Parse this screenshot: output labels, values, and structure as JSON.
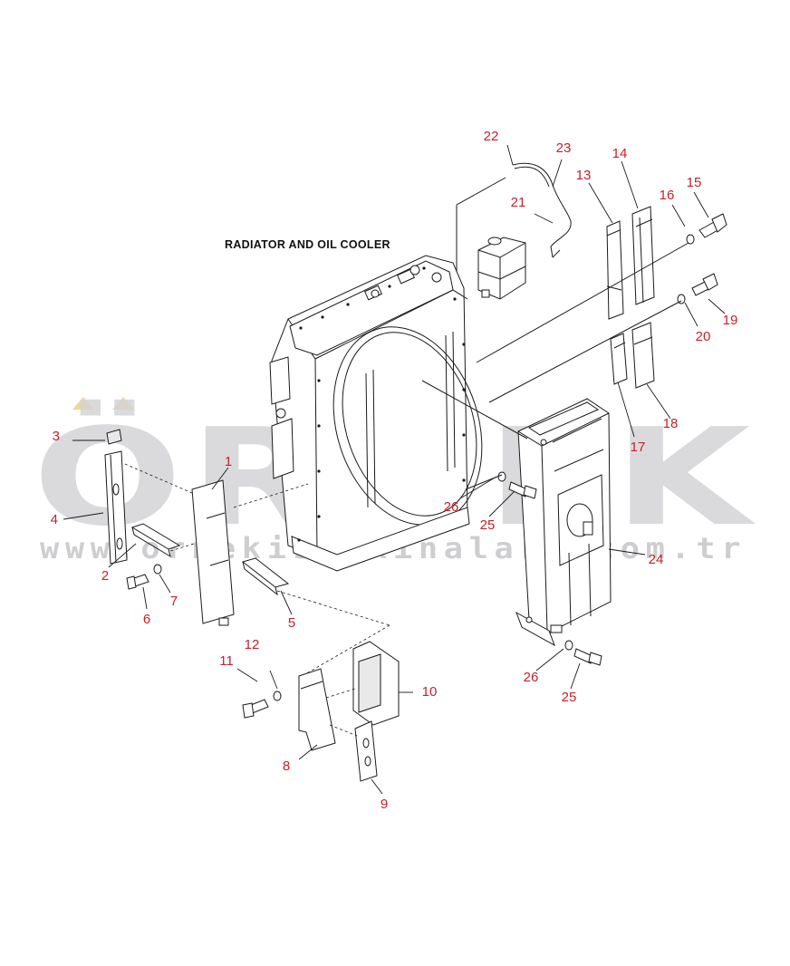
{
  "diagram": {
    "title": "RADIATOR AND OIL COOLER",
    "callouts": [
      {
        "id": "c1",
        "label": "1"
      },
      {
        "id": "c2",
        "label": "2"
      },
      {
        "id": "c3",
        "label": "3"
      },
      {
        "id": "c4",
        "label": "4"
      },
      {
        "id": "c5",
        "label": "5"
      },
      {
        "id": "c6",
        "label": "6"
      },
      {
        "id": "c7",
        "label": "7"
      },
      {
        "id": "c8",
        "label": "8"
      },
      {
        "id": "c9",
        "label": "9"
      },
      {
        "id": "c10",
        "label": "10"
      },
      {
        "id": "c11",
        "label": "11"
      },
      {
        "id": "c12",
        "label": "12"
      },
      {
        "id": "c13",
        "label": "13"
      },
      {
        "id": "c14",
        "label": "14"
      },
      {
        "id": "c15",
        "label": "15"
      },
      {
        "id": "c16",
        "label": "16"
      },
      {
        "id": "c17",
        "label": "17"
      },
      {
        "id": "c18",
        "label": "18"
      },
      {
        "id": "c19",
        "label": "19"
      },
      {
        "id": "c20",
        "label": "20"
      },
      {
        "id": "c21",
        "label": "21"
      },
      {
        "id": "c22",
        "label": "22"
      },
      {
        "id": "c23",
        "label": "23"
      },
      {
        "id": "c24",
        "label": "24"
      },
      {
        "id": "c25a",
        "label": "25"
      },
      {
        "id": "c25b",
        "label": "25"
      },
      {
        "id": "c26a",
        "label": "26"
      },
      {
        "id": "c26b",
        "label": "26"
      }
    ],
    "colors": {
      "callout": "#c8202a",
      "line": "#1a1a1a",
      "watermark": "#d4d4d8",
      "watermark_accent": "#f1d88a"
    }
  },
  "watermark": {
    "brand": "ÖRNEK",
    "url": "www.ornekismakinalari.com.tr"
  }
}
